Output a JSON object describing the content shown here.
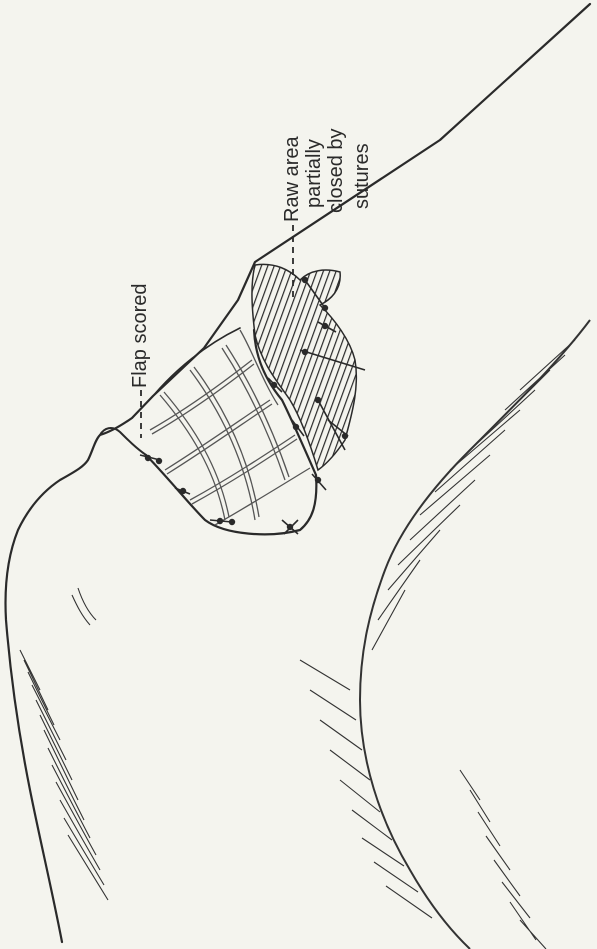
{
  "labels": {
    "flap": "Flap scored",
    "raw_line1": "Raw area",
    "raw_line2": "partially",
    "raw_line3": "closed by",
    "raw_line4": "sutures"
  },
  "colors": {
    "ink": "#2a2a2a",
    "paper": "#f4f4ee"
  }
}
